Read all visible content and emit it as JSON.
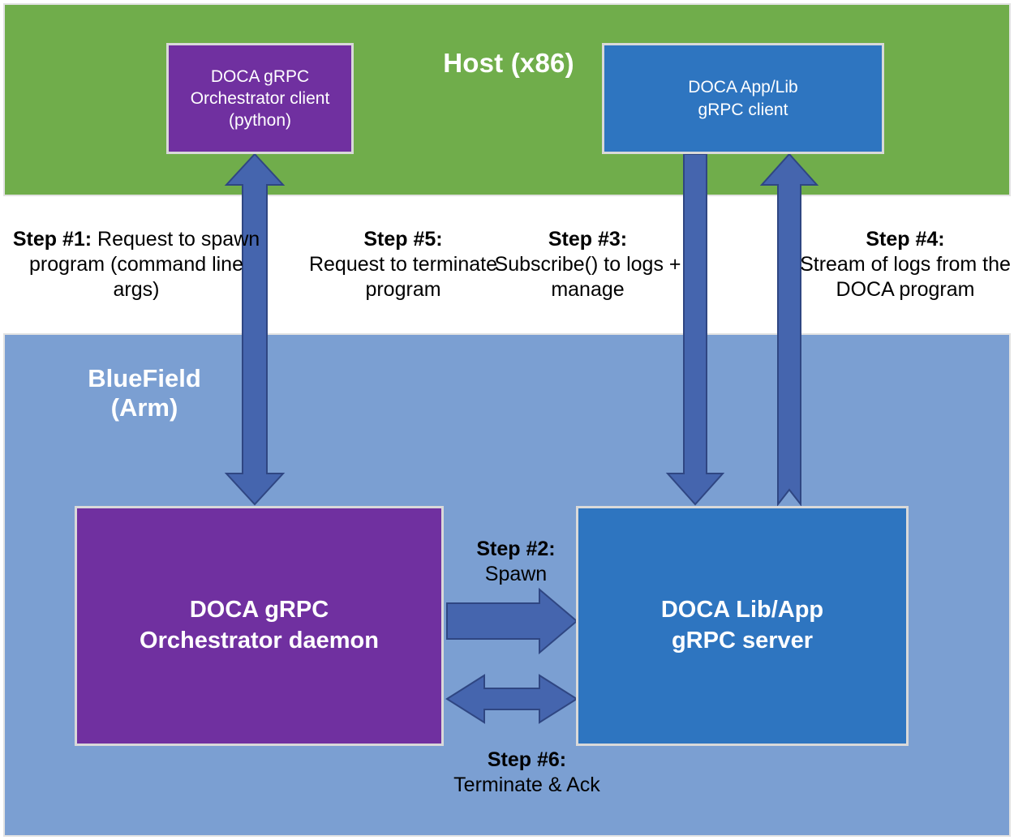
{
  "zones": {
    "host": {
      "title": "Host (x86)",
      "color": "#70AD4B"
    },
    "bluefield": {
      "title": "BlueField\n(Arm)",
      "color": "#7B9FD2"
    }
  },
  "nodes": {
    "orchestrator_client": {
      "label": "DOCA gRPC\nOrchestrator client\n(python)",
      "color": "#7030A0"
    },
    "app_lib_grpc_client": {
      "label": "DOCA App/Lib\ngRPC client",
      "color": "#2E75C0"
    },
    "orchestrator_daemon": {
      "label": "DOCA gRPC\nOrchestrator daemon",
      "color": "#7030A0"
    },
    "grpc_server": {
      "label": "DOCA Lib/App\ngRPC server",
      "color": "#2E75C0"
    }
  },
  "steps": [
    {
      "id": "step1",
      "head": "Step #1:",
      "body": " Request to spawn program (command line args)",
      "direction": "bidirectional-vertical",
      "from": "orchestrator_daemon",
      "to": "orchestrator_client"
    },
    {
      "id": "step2",
      "head": "Step #2:",
      "body": "Spawn",
      "direction": "right",
      "from": "orchestrator_daemon",
      "to": "grpc_server"
    },
    {
      "id": "step3",
      "head": "Step #3:",
      "body": "Subscribe() to logs + manage",
      "direction": "down",
      "from": "app_lib_grpc_client",
      "to": "grpc_server"
    },
    {
      "id": "step4",
      "head": "Step #4:",
      "body": "Stream of logs from the DOCA program",
      "direction": "up",
      "from": "grpc_server",
      "to": "app_lib_grpc_client"
    },
    {
      "id": "step5",
      "head": "Step #5:",
      "body": "Request to terminate program",
      "direction": "bidirectional-vertical",
      "from": "orchestrator_daemon",
      "to": "orchestrator_client"
    },
    {
      "id": "step6",
      "head": "Step #6:",
      "body": "Terminate & Ack",
      "direction": "bidirectional-horizontal",
      "from": "orchestrator_daemon",
      "to": "grpc_server"
    }
  ],
  "colors": {
    "host_green": "#70AD4B",
    "bluefield_blue": "#7B9FD2",
    "purple_box": "#7030A0",
    "blue_box": "#2E75C0",
    "arrow_fill": "#4565AE",
    "arrow_stroke": "#2F4682",
    "box_border": "#D9D9D9"
  }
}
